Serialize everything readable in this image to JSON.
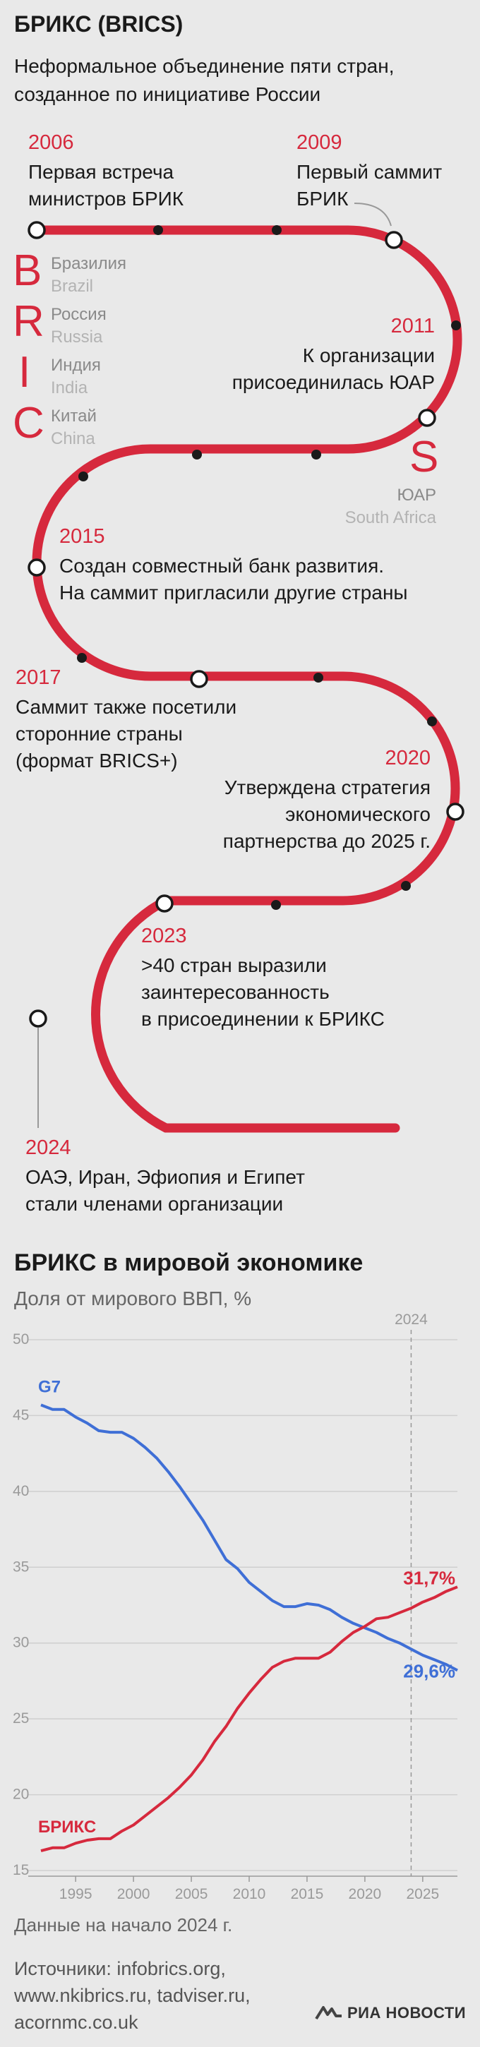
{
  "header": {
    "title": "БРИКС (BRICS)",
    "subtitle_lines": [
      "Неформальное объединение пяти стран,",
      "созданное по инициативе России"
    ]
  },
  "timeline": {
    "events": [
      {
        "year": "2006",
        "lines": [
          "Первая встреча",
          "министров БРИК"
        ]
      },
      {
        "year": "2009",
        "lines": [
          "Первый саммит",
          "БРИК"
        ]
      },
      {
        "year": "2011",
        "lines": [
          "К организации",
          "присоединилась ЮАР"
        ]
      },
      {
        "year": "2015",
        "lines": [
          "Создан совместный банк развития.",
          "На саммит пригласили другие страны"
        ]
      },
      {
        "year": "2017",
        "lines": [
          "Саммит также посетили",
          "сторонние страны",
          "(формат BRICS+)"
        ]
      },
      {
        "year": "2020",
        "lines": [
          "Утверждена стратегия",
          "экономического",
          "партнерства до 2025 г."
        ]
      },
      {
        "year": "2023",
        "lines": [
          ">40 стран выразили",
          "заинтересованность",
          "в присоединении к БРИКС"
        ]
      },
      {
        "year": "2024",
        "lines": [
          "ОАЭ, Иран, Эфиопия и Египет",
          "стали членами организации"
        ]
      }
    ],
    "members": [
      {
        "letter": "B",
        "ru": "Бразилия",
        "en": "Brazil"
      },
      {
        "letter": "R",
        "ru": "Россия",
        "en": "Russia"
      },
      {
        "letter": "I",
        "ru": "Индия",
        "en": "India"
      },
      {
        "letter": "C",
        "ru": "Китай",
        "en": "China"
      },
      {
        "letter": "S",
        "ru": "ЮАР",
        "en": "South Africa"
      }
    ]
  },
  "economy": {
    "title": "БРИКС в мировой экономике",
    "subtitle": "Доля от мирового ВВП, %",
    "note": "Данные на начало 2024 г.",
    "sources_lines": [
      "Источники: infobrics.org,",
      "www.nkibrics.ru, tadviser.ru,",
      "acornmc.co.uk"
    ],
    "brand": "РИА НОВОСТИ"
  },
  "colors": {
    "red": "#d6293d",
    "blue": "#3f6fd6",
    "bg": "#e9e9e9"
  },
  "chart_data": {
    "type": "line",
    "title": "БРИКС в мировой экономике",
    "ylabel": "Доля от мирового ВВП, %",
    "xlim": [
      1992,
      2028
    ],
    "ylim": [
      15,
      50
    ],
    "yticks": [
      15,
      20,
      25,
      30,
      35,
      40,
      45,
      50
    ],
    "xticks": [
      1995,
      2000,
      2005,
      2010,
      2015,
      2020,
      2025
    ],
    "marker_year": 2024,
    "marker_label": "2024",
    "grid": true,
    "series": [
      {
        "name": "G7",
        "color": "#3f6fd6",
        "end_label": "29,6%",
        "x": [
          1992,
          1993,
          1994,
          1995,
          1996,
          1997,
          1998,
          1999,
          2000,
          2001,
          2002,
          2003,
          2004,
          2005,
          2006,
          2007,
          2008,
          2009,
          2010,
          2011,
          2012,
          2013,
          2014,
          2015,
          2016,
          2017,
          2018,
          2019,
          2020,
          2021,
          2022,
          2023,
          2024,
          2025,
          2026,
          2027,
          2028
        ],
        "y": [
          45.7,
          45.4,
          45.4,
          44.9,
          44.5,
          44.0,
          43.9,
          43.9,
          43.5,
          42.9,
          42.2,
          41.3,
          40.3,
          39.2,
          38.1,
          36.8,
          35.5,
          34.9,
          34.0,
          33.4,
          32.8,
          32.4,
          32.4,
          32.6,
          32.5,
          32.2,
          31.7,
          31.3,
          31.0,
          30.7,
          30.3,
          30.0,
          29.6,
          29.2,
          28.9,
          28.6,
          28.2
        ]
      },
      {
        "name": "БРИКС",
        "color": "#d6293d",
        "end_label": "31,7%",
        "x": [
          1992,
          1993,
          1994,
          1995,
          1996,
          1997,
          1998,
          1999,
          2000,
          2001,
          2002,
          2003,
          2004,
          2005,
          2006,
          2007,
          2008,
          2009,
          2010,
          2011,
          2012,
          2013,
          2014,
          2015,
          2016,
          2017,
          2018,
          2019,
          2020,
          2021,
          2022,
          2023,
          2024,
          2025,
          2026,
          2027,
          2028
        ],
        "y": [
          16.3,
          16.5,
          16.5,
          16.8,
          17.0,
          17.1,
          17.1,
          17.6,
          18.0,
          18.6,
          19.2,
          19.8,
          20.5,
          21.3,
          22.3,
          23.5,
          24.5,
          25.7,
          26.7,
          27.6,
          28.4,
          28.8,
          29.0,
          29.0,
          29.0,
          29.4,
          30.1,
          30.7,
          31.1,
          31.6,
          31.7,
          32.0,
          32.3,
          32.7,
          33.0,
          33.4,
          33.7
        ]
      }
    ]
  }
}
